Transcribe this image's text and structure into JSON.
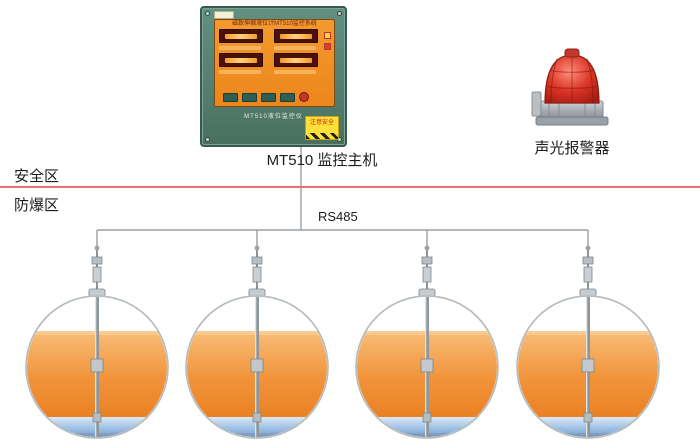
{
  "labels": {
    "device": "MT510 监控主机",
    "alarm": "声光报警器",
    "bus": "RS485",
    "zone_safe": "安全区",
    "zone_ex": "防爆区"
  },
  "panel": {
    "screen_title": "磁致伸缩液位计MT510监控系统",
    "model_text": "MT510液位监控仪",
    "warning": "注意安全"
  },
  "colors": {
    "divider": "#e8736b",
    "wire": "#9aa0a5",
    "panel_body": "#54806f",
    "screen": "#ee8a1e",
    "alarm_dome": "#d93425",
    "tank_liquid": "#ee7d15",
    "tank_water": "#4f86c4"
  },
  "tanks": [
    {
      "name": "tank-1"
    },
    {
      "name": "tank-2"
    },
    {
      "name": "tank-3"
    },
    {
      "name": "tank-4"
    }
  ]
}
